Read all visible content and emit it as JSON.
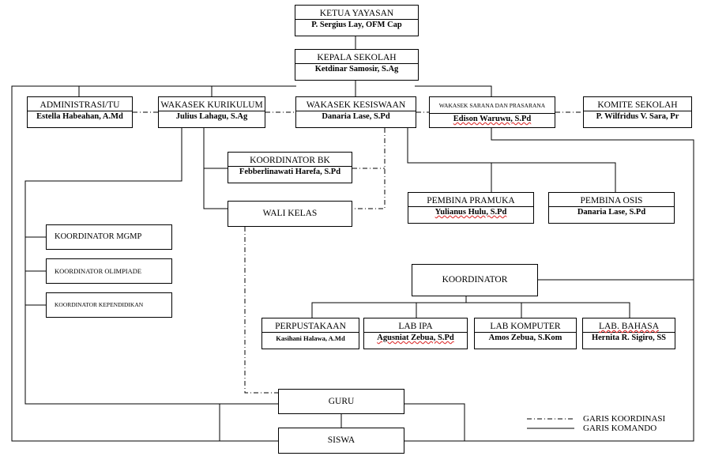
{
  "boxes": {
    "ketua": {
      "title": "KETUA YAYASAN",
      "name": "P. Sergius Lay, OFM Cap"
    },
    "kepala": {
      "title": "KEPALA SEKOLAH",
      "name": "Ketdinar Samosir, S.Ag"
    },
    "admin": {
      "title": "ADMINISTRASI/TU",
      "name": "Estella Habeahan, A.Md"
    },
    "kurikulum": {
      "title": "WAKASEK KURIKULUM",
      "name": "Julius Lahagu, S.Ag"
    },
    "kesiswaan": {
      "title": "WAKASEK KESISWAAN",
      "name": "Danaria Lase, S.Pd"
    },
    "sarana": {
      "title": "WAKASEK SARANA DAN PRASARANA",
      "name": "Edison Waruwu, S.Pd"
    },
    "komite": {
      "title": "KOMITE SEKOLAH",
      "name": "P. Wilfridus V. Sara, Pr"
    },
    "bk": {
      "title": "KOORDINATOR BK",
      "name": "Febberlinawati Harefa, S.Pd"
    },
    "walikelas": {
      "title": "WALI KELAS"
    },
    "pramuka": {
      "title": "PEMBINA PRAMUKA",
      "name": "Yulianus Hulu, S.Pd"
    },
    "osis": {
      "title": "PEMBINA OSIS",
      "name": "Danaria Lase, S.Pd"
    },
    "mgmp": {
      "title": "KOORDINATOR MGMP"
    },
    "olimpiade": {
      "title": "KOORDINATOR OLIMPIADE"
    },
    "kependidikan": {
      "title": "KOORDINATOR KEPENDIDIKAN"
    },
    "koordinator": {
      "title": "KOORDINATOR"
    },
    "perpustakaan": {
      "title": "PERPUSTAKAAN",
      "name": "Kasihani Halawa, A.Md"
    },
    "labipa": {
      "title": "LAB IPA",
      "name": "Agusniat Zebua, S.Pd"
    },
    "labkomputer": {
      "title": "LAB KOMPUTER",
      "name": "Amos Zebua, S.Kom"
    },
    "labbahasa": {
      "title": "LAB. BAHASA",
      "name": "Hernita R. Sigiro, SS"
    },
    "guru": {
      "title": "GURU"
    },
    "siswa": {
      "title": "SISWA"
    }
  },
  "legend": {
    "koordinasi": "GARIS KOORDINASI",
    "komando": "GARIS KOMANDO"
  }
}
